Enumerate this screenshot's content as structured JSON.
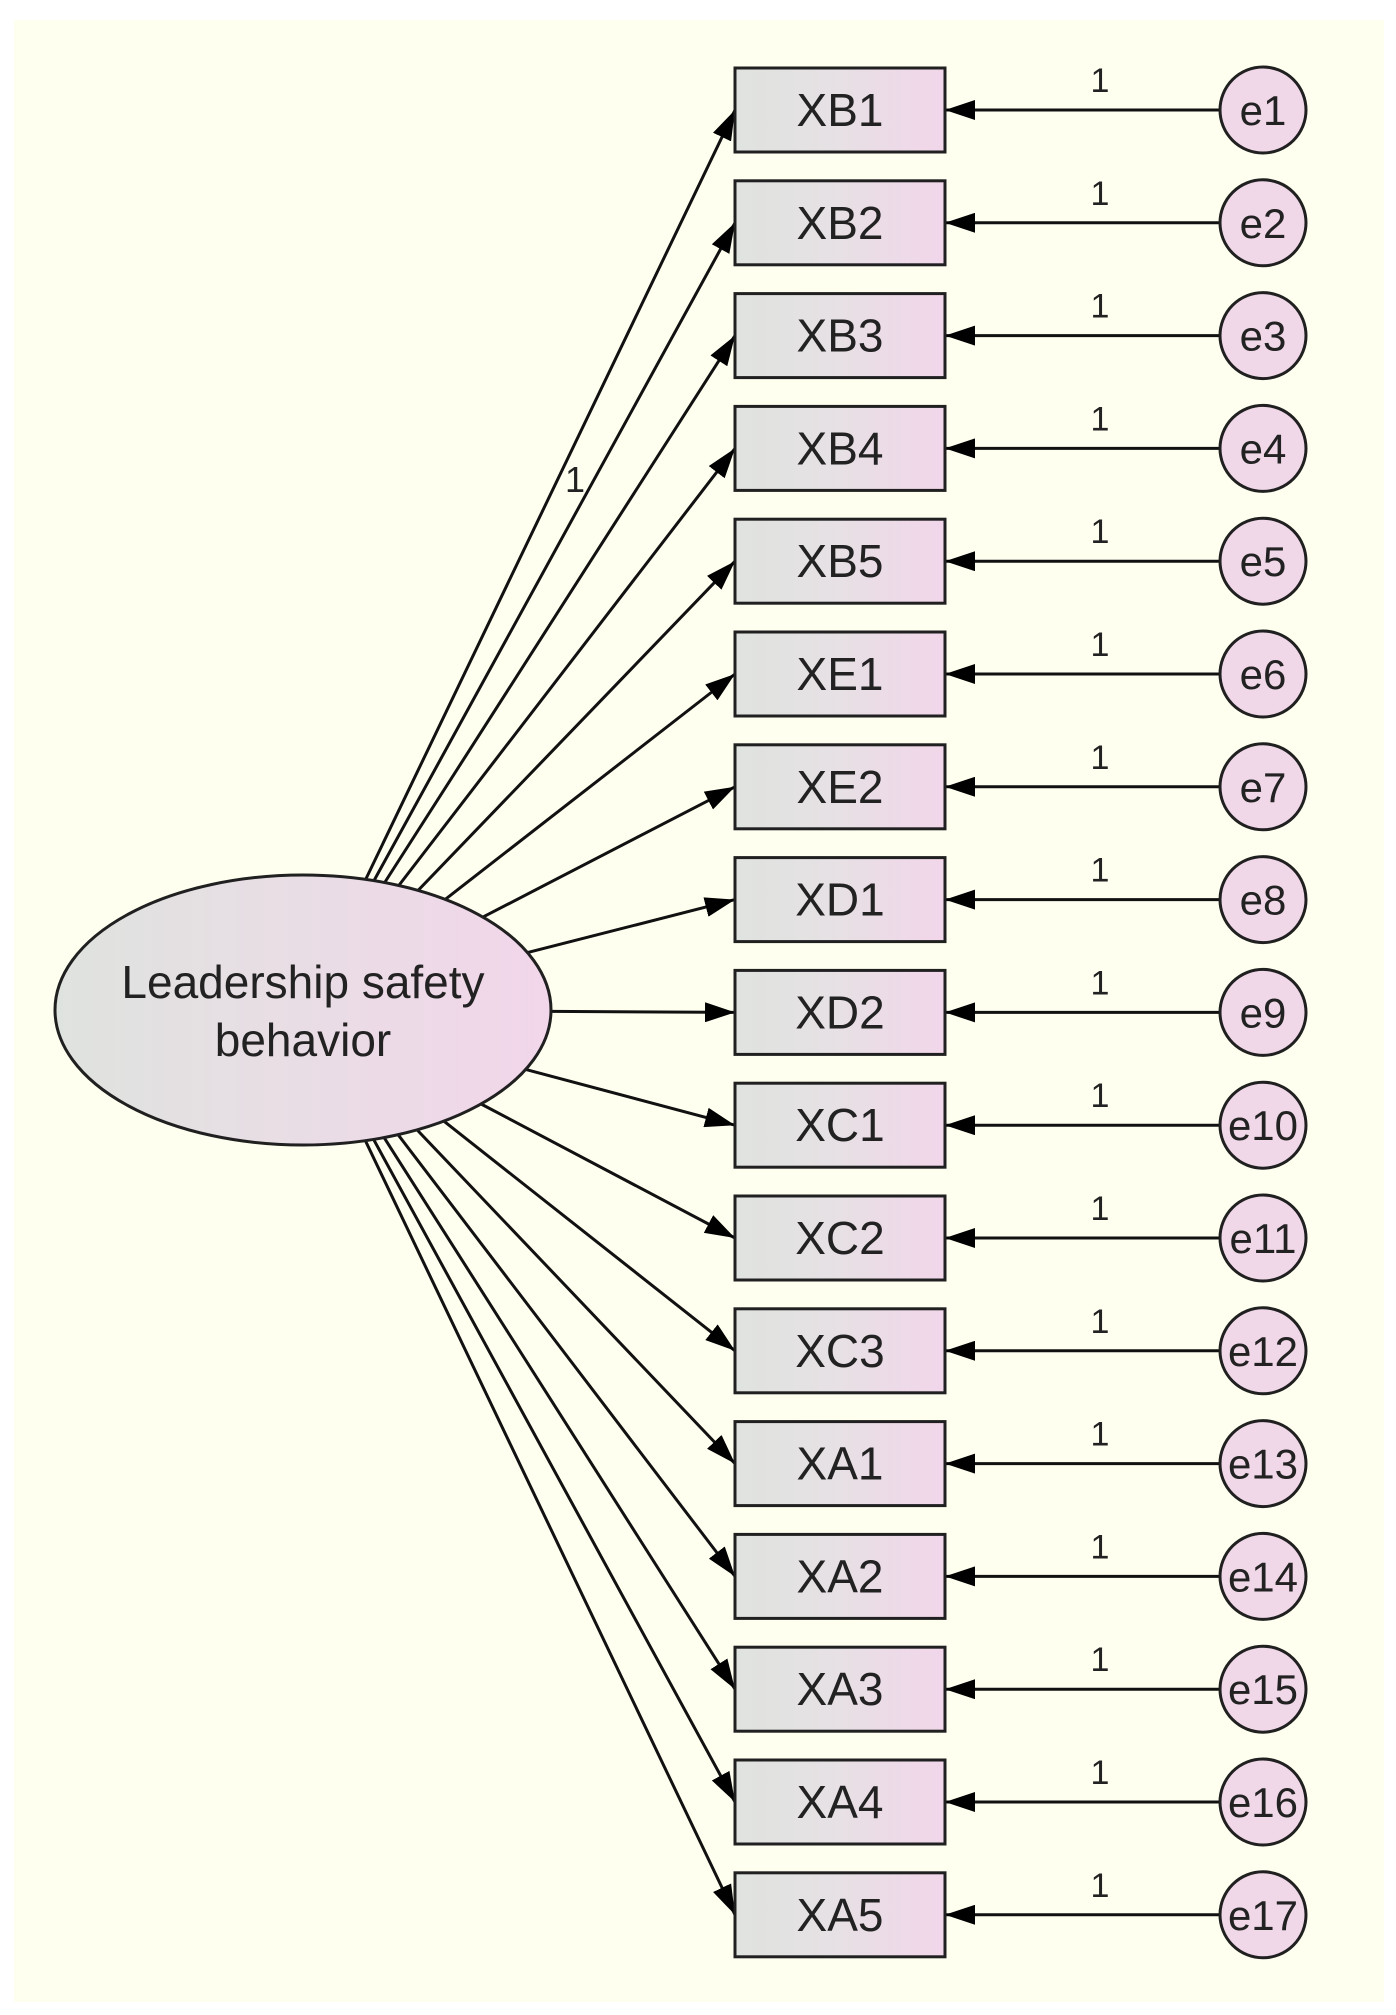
{
  "diagram": {
    "latent": {
      "line1": "Leadership safety",
      "line2": "behavior"
    },
    "loading_labels": [
      "1"
    ],
    "indicators": [
      {
        "name": "XB1",
        "error": "e1",
        "weight": "1"
      },
      {
        "name": "XB2",
        "error": "e2",
        "weight": "1"
      },
      {
        "name": "XB3",
        "error": "e3",
        "weight": "1"
      },
      {
        "name": "XB4",
        "error": "e4",
        "weight": "1"
      },
      {
        "name": "XB5",
        "error": "e5",
        "weight": "1"
      },
      {
        "name": "XE1",
        "error": "e6",
        "weight": "1"
      },
      {
        "name": "XE2",
        "error": "e7",
        "weight": "1"
      },
      {
        "name": "XD1",
        "error": "e8",
        "weight": "1"
      },
      {
        "name": "XD2",
        "error": "e9",
        "weight": "1"
      },
      {
        "name": "XC1",
        "error": "e10",
        "weight": "1"
      },
      {
        "name": "XC2",
        "error": "e11",
        "weight": "1"
      },
      {
        "name": "XC3",
        "error": "e12",
        "weight": "1"
      },
      {
        "name": "XA1",
        "error": "e13",
        "weight": "1"
      },
      {
        "name": "XA2",
        "error": "e14",
        "weight": "1"
      },
      {
        "name": "XA3",
        "error": "e15",
        "weight": "1"
      },
      {
        "name": "XA4",
        "error": "e16",
        "weight": "1"
      },
      {
        "name": "XA5",
        "error": "e17",
        "weight": "1"
      }
    ],
    "colors": {
      "background": "#fffff0",
      "pink": "#f0d8e8",
      "gray": "#e0e2e0",
      "stroke": "#202020"
    }
  }
}
